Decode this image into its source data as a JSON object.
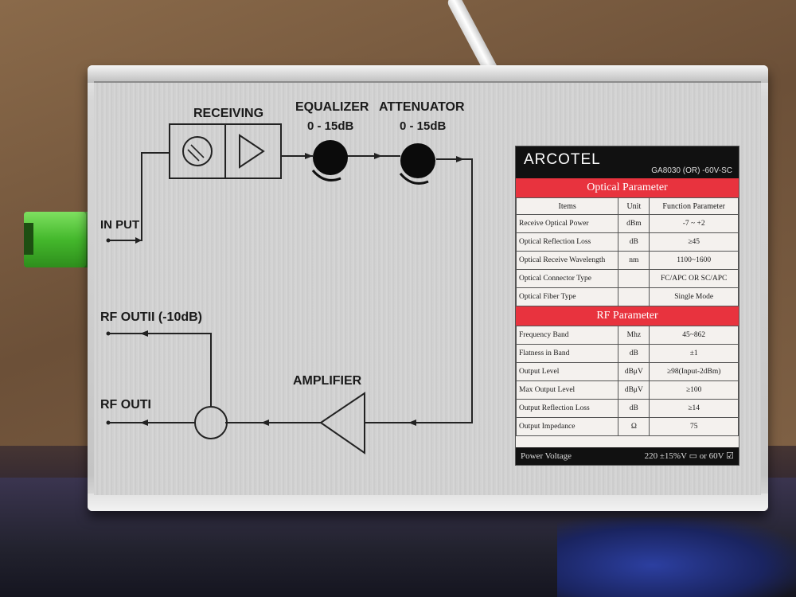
{
  "schematic": {
    "receiving_label": "RECEIVING",
    "equalizer_label": "EQUALIZER",
    "attenuator_label": "ATTENUATOR",
    "equalizer_range": "0 - 15dB",
    "attenuator_range": "0 - 15dB",
    "input_label": "IN PUT",
    "rf_out_2_label": "RF OUTII (-10dB)",
    "rf_out_1_label": "RF OUTI",
    "amplifier_label": "AMPLIFIER"
  },
  "card": {
    "brand": "ARCOTEL",
    "model": "GA8030 (OR) -60V-SC",
    "optical_title": "Optical Parameter",
    "headers": {
      "items": "Items",
      "unit": "Unit",
      "function": "Function Parameter"
    },
    "optical_rows": [
      {
        "item": "Receive Optical Power",
        "unit": "dBm",
        "value": "-7 ~ +2"
      },
      {
        "item": "Optical Reflection Loss",
        "unit": "dB",
        "value": "≥45"
      },
      {
        "item": "Optical Receive Wavelength",
        "unit": "nm",
        "value": "1100~1600"
      },
      {
        "item": "Optical Connector Type",
        "unit": "",
        "value": "FC/APC OR SC/APC"
      },
      {
        "item": "Optical Fiber Type",
        "unit": "",
        "value": "Single Mode"
      }
    ],
    "rf_title": "RF Parameter",
    "rf_rows": [
      {
        "item": "Frequency Band",
        "unit": "Mhz",
        "value": "45~862"
      },
      {
        "item": "Flatness in Band",
        "unit": "dB",
        "value": "±1"
      },
      {
        "item": "Output Level",
        "unit": "dBμV",
        "value": "≥98(Input-2dBm)"
      },
      {
        "item": "Max Output Level",
        "unit": "dBμV",
        "value": "≥100"
      },
      {
        "item": "Output Reflection Loss",
        "unit": "dB",
        "value": "≥14"
      },
      {
        "item": "Output Impedance",
        "unit": "Ω",
        "value": "75"
      }
    ],
    "power_label": "Power Voltage",
    "power_value": "220 ±15%V ▭ or 60V ☑"
  }
}
